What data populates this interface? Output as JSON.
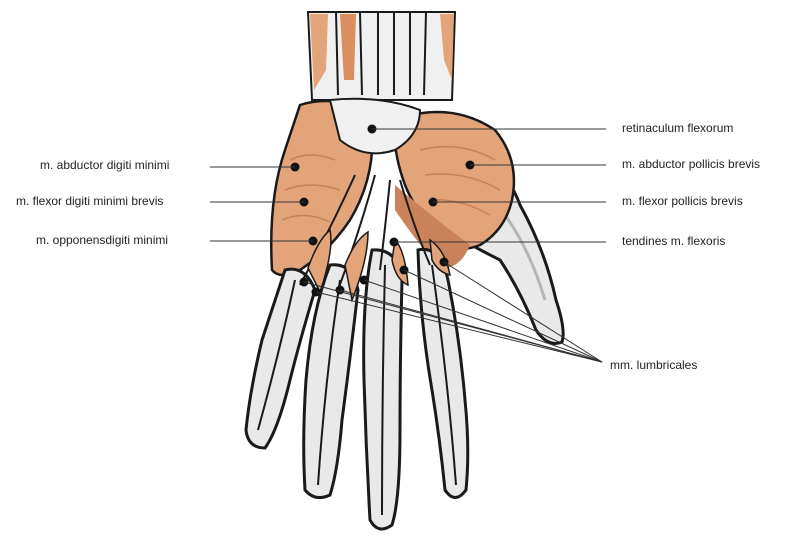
{
  "labels": {
    "retinaculum": "retinaculum flexorum",
    "abductor_digiti": "m. abductor digiti minimi",
    "abductor_pollicis": "m. abductor pollicis brevis",
    "flexor_digiti": "m. flexor digiti minimi brevis",
    "flexor_pollicis": "m. flexor pollicis brevis",
    "opponens": "m. opponensdigiti minimi",
    "tendines": "tendines m. flexoris",
    "lumbricales": "mm. lumbricales"
  },
  "colors": {
    "muscle": "#e3a47a",
    "muscle_dark": "#c9825a",
    "tendon": "#e8e8e8",
    "tendon_shade": "#b5b5b5",
    "outline": "#1a1a1a",
    "leader": "#333333"
  }
}
